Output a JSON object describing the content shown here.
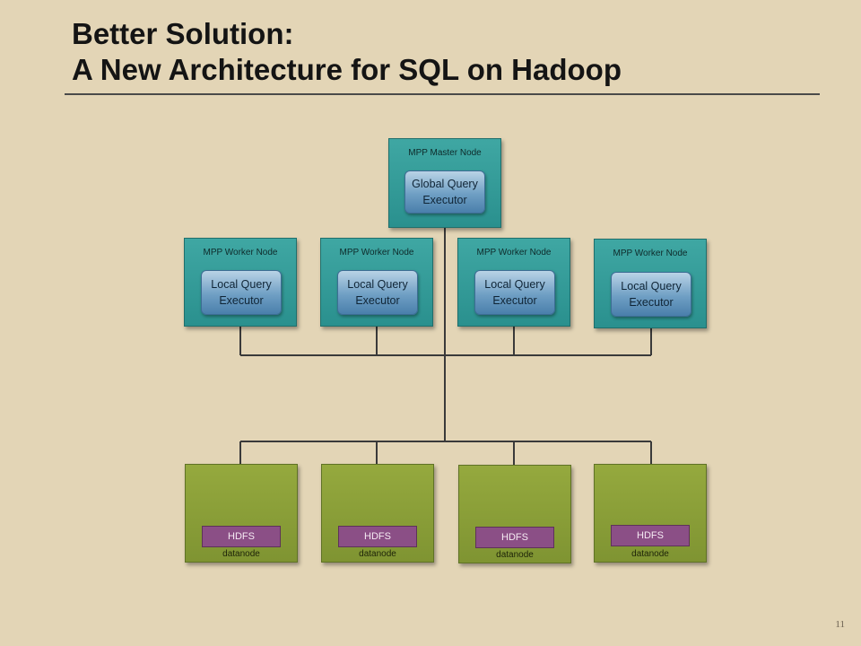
{
  "slide": {
    "title_line1": "Better Solution:",
    "title_line2": "A New Architecture for SQL on Hadoop",
    "page_number": "11"
  },
  "master": {
    "label": "MPP Master Node",
    "executor_line1": "Global Query",
    "executor_line2": "Executor"
  },
  "workers": [
    {
      "label": "MPP Worker Node",
      "executor_line1": "Local Query",
      "executor_line2": "Executor"
    },
    {
      "label": "MPP Worker Node",
      "executor_line1": "Local Query",
      "executor_line2": "Executor"
    },
    {
      "label": "MPP Worker Node",
      "executor_line1": "Local Query",
      "executor_line2": "Executor"
    },
    {
      "label": "MPP Worker Node",
      "executor_line1": "Local Query",
      "executor_line2": "Executor"
    }
  ],
  "datanodes": [
    {
      "storage_label": "HDFS",
      "label": "datanode"
    },
    {
      "storage_label": "HDFS",
      "label": "datanode"
    },
    {
      "storage_label": "HDFS",
      "label": "datanode"
    },
    {
      "storage_label": "HDFS",
      "label": "datanode"
    }
  ],
  "colors": {
    "background": "#e3d5b6",
    "node_teal": "#2a908e",
    "executor_blue": "#6f9fc4",
    "datanode_green": "#86993a",
    "hdfs_purple": "#8b4f86"
  }
}
